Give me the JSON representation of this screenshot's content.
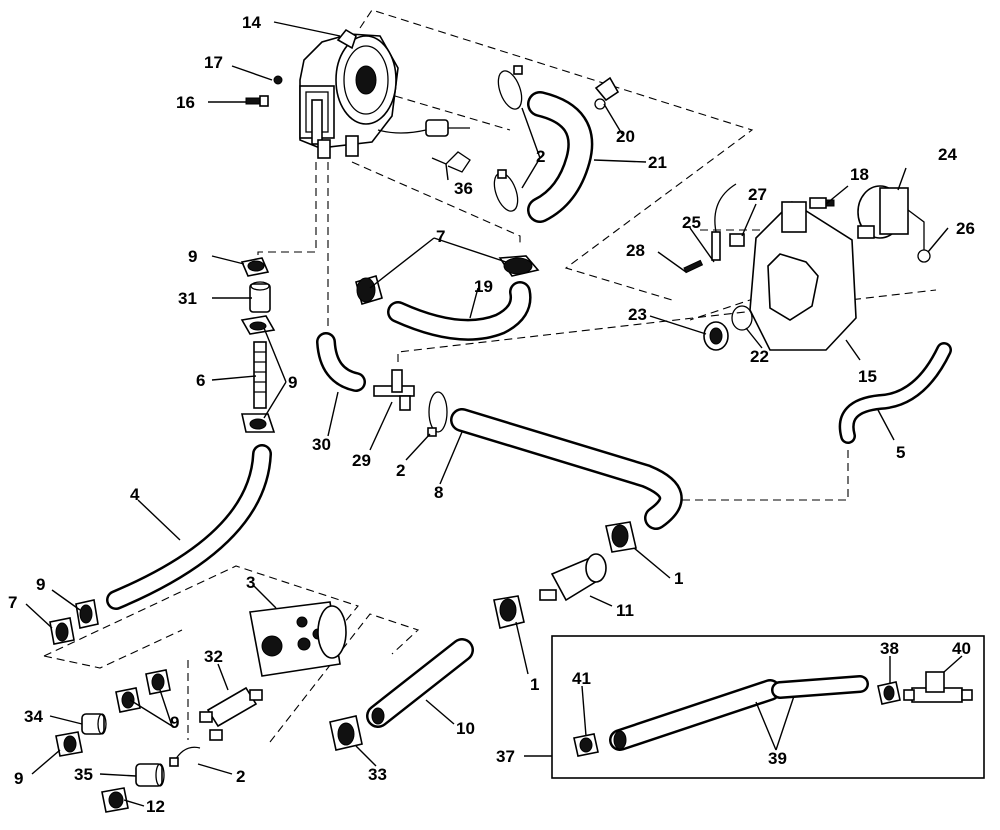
{
  "callouts": {
    "c1a": "1",
    "c1b": "1",
    "c2a": "2",
    "c2b": "2",
    "c2c": "2",
    "c3": "3",
    "c4": "4",
    "c5": "5",
    "c6": "6",
    "c7a": "7",
    "c7b": "7",
    "c8": "8",
    "c9a": "9",
    "c9b": "9",
    "c9c": "9",
    "c9d": "9",
    "c9e": "9",
    "c10": "10",
    "c11": "11",
    "c12": "12",
    "c14": "14",
    "c15": "15",
    "c16": "16",
    "c17": "17",
    "c18": "18",
    "c19": "19",
    "c20": "20",
    "c21": "21",
    "c22": "22",
    "c23": "23",
    "c24": "24",
    "c25": "25",
    "c26": "26",
    "c27": "27",
    "c28": "28",
    "c29": "29",
    "c30": "30",
    "c31": "31",
    "c32": "32",
    "c33": "33",
    "c34": "34",
    "c35": "35",
    "c36": "36",
    "c37": "37",
    "c38": "38",
    "c39": "39",
    "c40": "40",
    "c41": "41"
  }
}
